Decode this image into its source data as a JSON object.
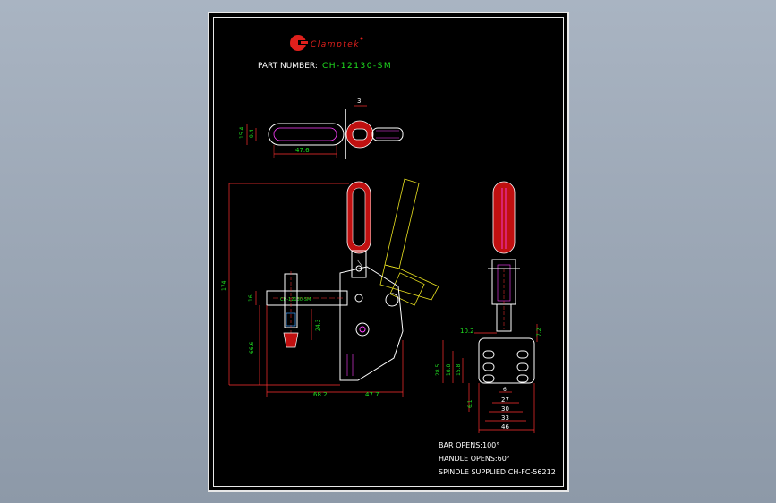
{
  "logo": {
    "brand": "Clamptek",
    "color": "#e0201c"
  },
  "part": {
    "label": "PART NUMBER:",
    "value": "CH-12130-SM"
  },
  "top_view": {
    "dim_width": "3",
    "dim_h1": "15.4",
    "dim_h2": "9.4",
    "dim_len": "47.6"
  },
  "side_view": {
    "dim_height": "174",
    "dim_16": "16",
    "dim_66": "66.6",
    "dim_24": "24.3",
    "dim_68": "68.2",
    "dim_47": "47.7",
    "bar_text": "CH-12130-SM"
  },
  "front_view": {
    "dim_10": "10.2",
    "dim_7": "7.2",
    "dim_28": "28.5",
    "dim_18": "18.8",
    "dim_15": "15.8",
    "dim_6a": "6",
    "dim_27": "27",
    "dim_30": "30",
    "dim_33": "33",
    "dim_46": "46",
    "dim_61": "6.1"
  },
  "specs": {
    "bar": "BAR OPENS:100°",
    "handle": "HANDLE OPENS:60°",
    "spindle": "SPINDLE SUPPLIED:CH-FC-56212"
  },
  "colors": {
    "outline": "#ffffff",
    "dimension": "#ff3030",
    "dim_text": "#20e020",
    "handle": "#d01010",
    "hidden": "#ff40ff",
    "alt_position": "#e8e020",
    "part_number": "#20e020"
  }
}
